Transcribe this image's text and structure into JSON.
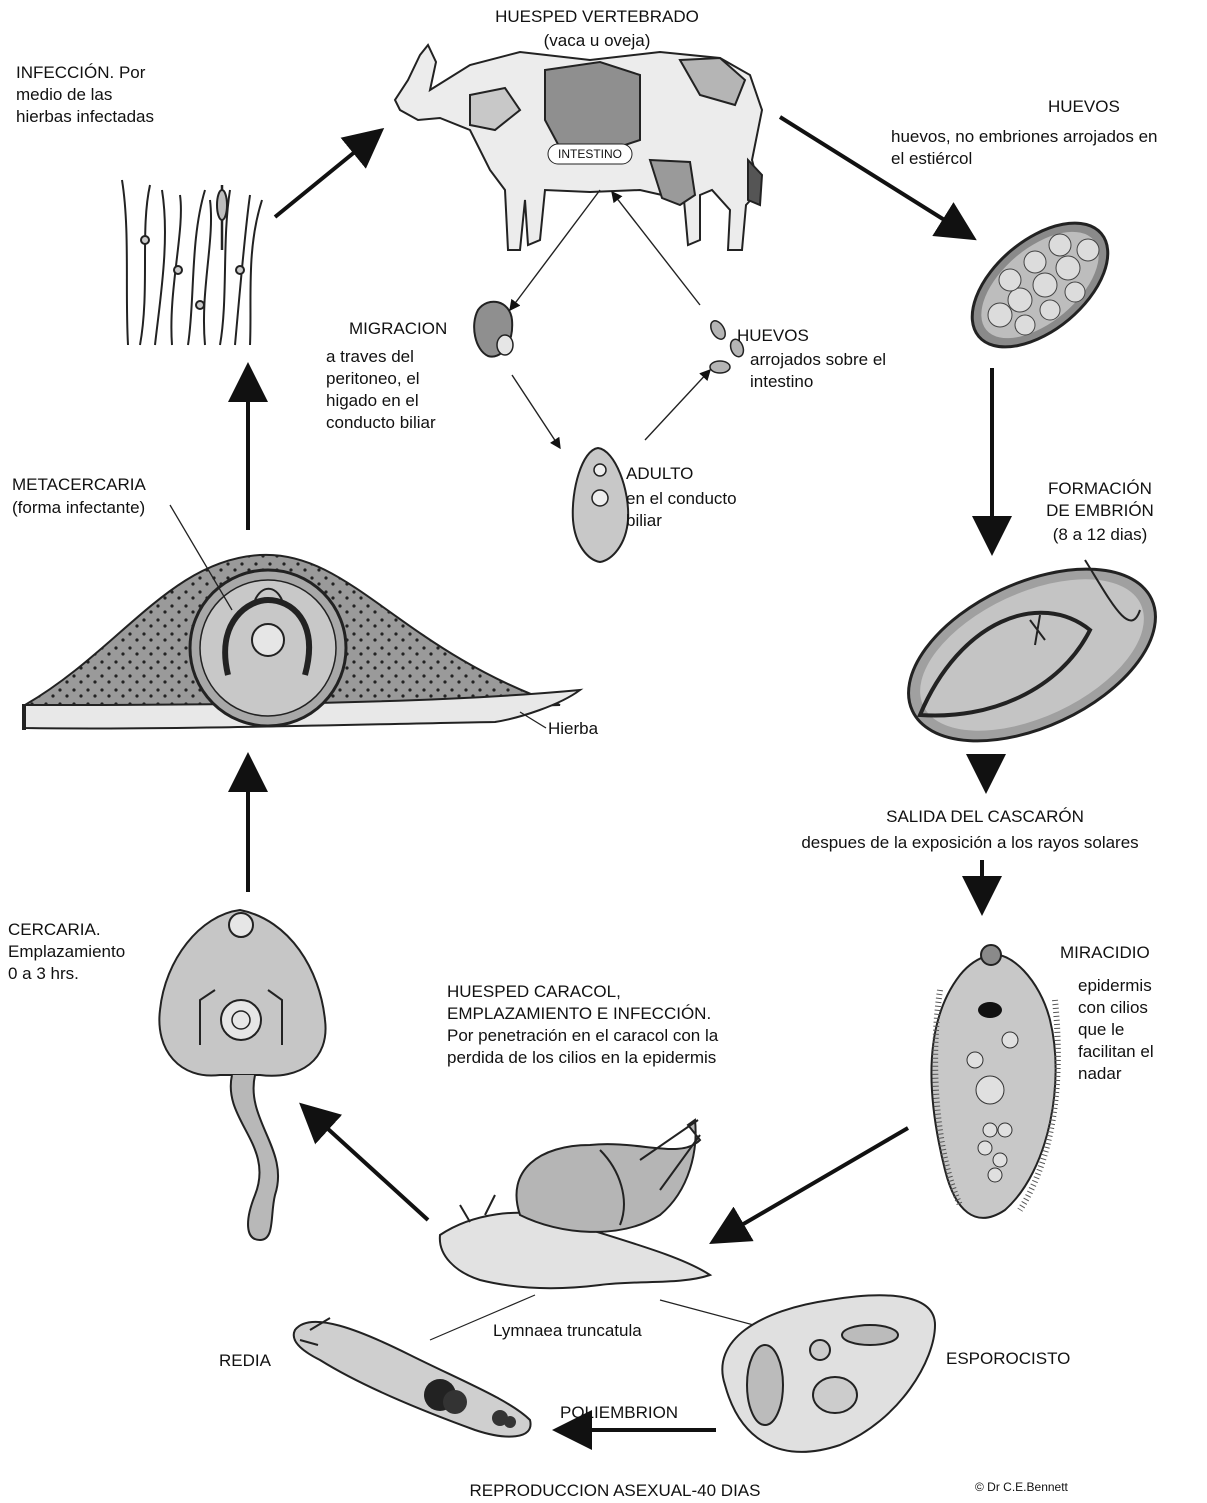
{
  "labels": {
    "host_title": "HUESPED VERTEBRADO",
    "host_sub": "(vaca u oveja)",
    "intestine": "INTESTINO",
    "infection_title": "INFECCIÓN. Por",
    "infection_l2": "medio de las",
    "infection_l3": "hierbas infectadas",
    "eggs_title": "HUEVOS",
    "eggs_l1": "huevos, no embriones arrojados en",
    "eggs_l2": "el estiércol",
    "migration_title": "MIGRACION",
    "migration_l1": "a traves del",
    "migration_l2": "peritoneo, el",
    "migration_l3": "higado en el",
    "migration_l4": "conducto biliar",
    "inner_eggs_title": "HUEVOS",
    "inner_eggs_l1": "arrojados sobre el",
    "inner_eggs_l2": "intestino",
    "adult_title": "ADULTO",
    "adult_l1": "en el conducto",
    "adult_l2": "biliar",
    "embryo_l1": "FORMACIÓN",
    "embryo_l2": "DE EMBRIÓN",
    "embryo_l3": "(8 a 12 dias)",
    "meta_title": "METACERCARIA",
    "meta_sub": "(forma infectante)",
    "grass": "Hierba",
    "hatch_title": "SALIDA DEL CASCARÓN",
    "hatch_sub": "despues de la exposición a los rayos solares",
    "cercaria_title": "CERCARIA.",
    "cercaria_l1": "Emplazamiento",
    "cercaria_l2": "0 a 3 hrs.",
    "miracidio_title": "MIRACIDIO",
    "miracidio_l1": "epidermis",
    "miracidio_l2": "con cilios",
    "miracidio_l3": "que le",
    "miracidio_l4": "facilitan el",
    "miracidio_l5": "nadar",
    "snail_host_l1": "HUESPED CARACOL,",
    "snail_host_l2": "EMPLAZAMIENTO E INFECCIÓN.",
    "snail_host_l3": "Por penetración en el caracol con la",
    "snail_host_l4": "perdida de los cilios en la epidermis",
    "snail_name": "Lymnaea truncatula",
    "redia": "REDIA",
    "esporocisto": "ESPOROCISTO",
    "poliembrion": "POLIEMBRION",
    "asexual": "REPRODUCCION ASEXUAL-40 DIAS",
    "credit": "© Dr C.E.Bennett"
  },
  "colors": {
    "ink": "#111111",
    "light_gray": "#e4e4e4",
    "mid_gray": "#a8a8a8",
    "dark_gray": "#6e6e6e",
    "paper": "#ffffff"
  }
}
